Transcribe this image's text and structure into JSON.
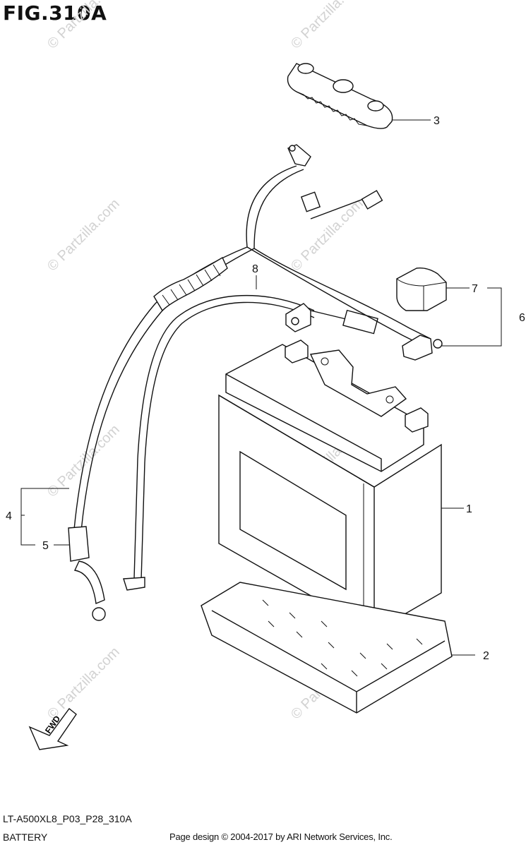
{
  "figure": {
    "title": "FIG.310A",
    "model_code": "LT-A500XL8_P03_P28_310A",
    "section_name": "BATTERY",
    "copyright": "Page design © 2004-2017 by ARI Network Services, Inc."
  },
  "callouts": {
    "c1": "1",
    "c2": "2",
    "c3": "3",
    "c4": "4",
    "c5": "5",
    "c6": "6",
    "c7": "7",
    "c8": "8"
  },
  "direction_arrow": {
    "label": "FWD"
  },
  "watermark": {
    "text": "© Partzilla.com"
  },
  "colors": {
    "line": "#111111",
    "watermark": "#d2d2d2",
    "background": "#ffffff"
  }
}
